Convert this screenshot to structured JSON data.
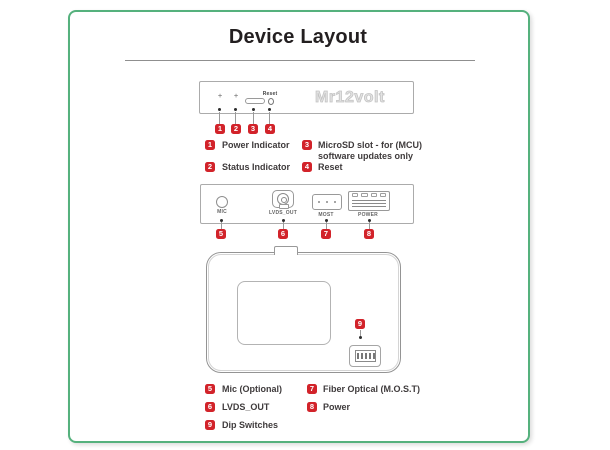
{
  "page": {
    "title": "Device Layout"
  },
  "colors": {
    "accent_green": "#55b17d",
    "marker_red": "#d2232a"
  },
  "front_panel": {
    "logo": "Mr12volt",
    "reset_label": "Reset",
    "markers": [
      "1",
      "2",
      "3",
      "4"
    ]
  },
  "ports_panel": {
    "mic_label": "MIC",
    "lvds_label": "LVDS_OUT",
    "most_label": "MOST",
    "power_label": "POWER",
    "markers": [
      "5",
      "6",
      "7",
      "8"
    ]
  },
  "top_view": {
    "marker": "9"
  },
  "legend_top": {
    "items": [
      {
        "num": "1",
        "label": "Power Indicator"
      },
      {
        "num": "2",
        "label": "Status Indicator"
      },
      {
        "num": "3",
        "label_line1": "MicroSD slot - for (MCU)",
        "label_line2": "software updates only"
      },
      {
        "num": "4",
        "label": "Reset"
      }
    ]
  },
  "legend_bottom": {
    "items": [
      {
        "num": "5",
        "label": "Mic (Optional)"
      },
      {
        "num": "6",
        "label": "LVDS_OUT"
      },
      {
        "num": "9",
        "label": "Dip Switches"
      },
      {
        "num": "7",
        "label": "Fiber Optical (M.O.S.T)"
      },
      {
        "num": "8",
        "label": "Power"
      }
    ]
  }
}
